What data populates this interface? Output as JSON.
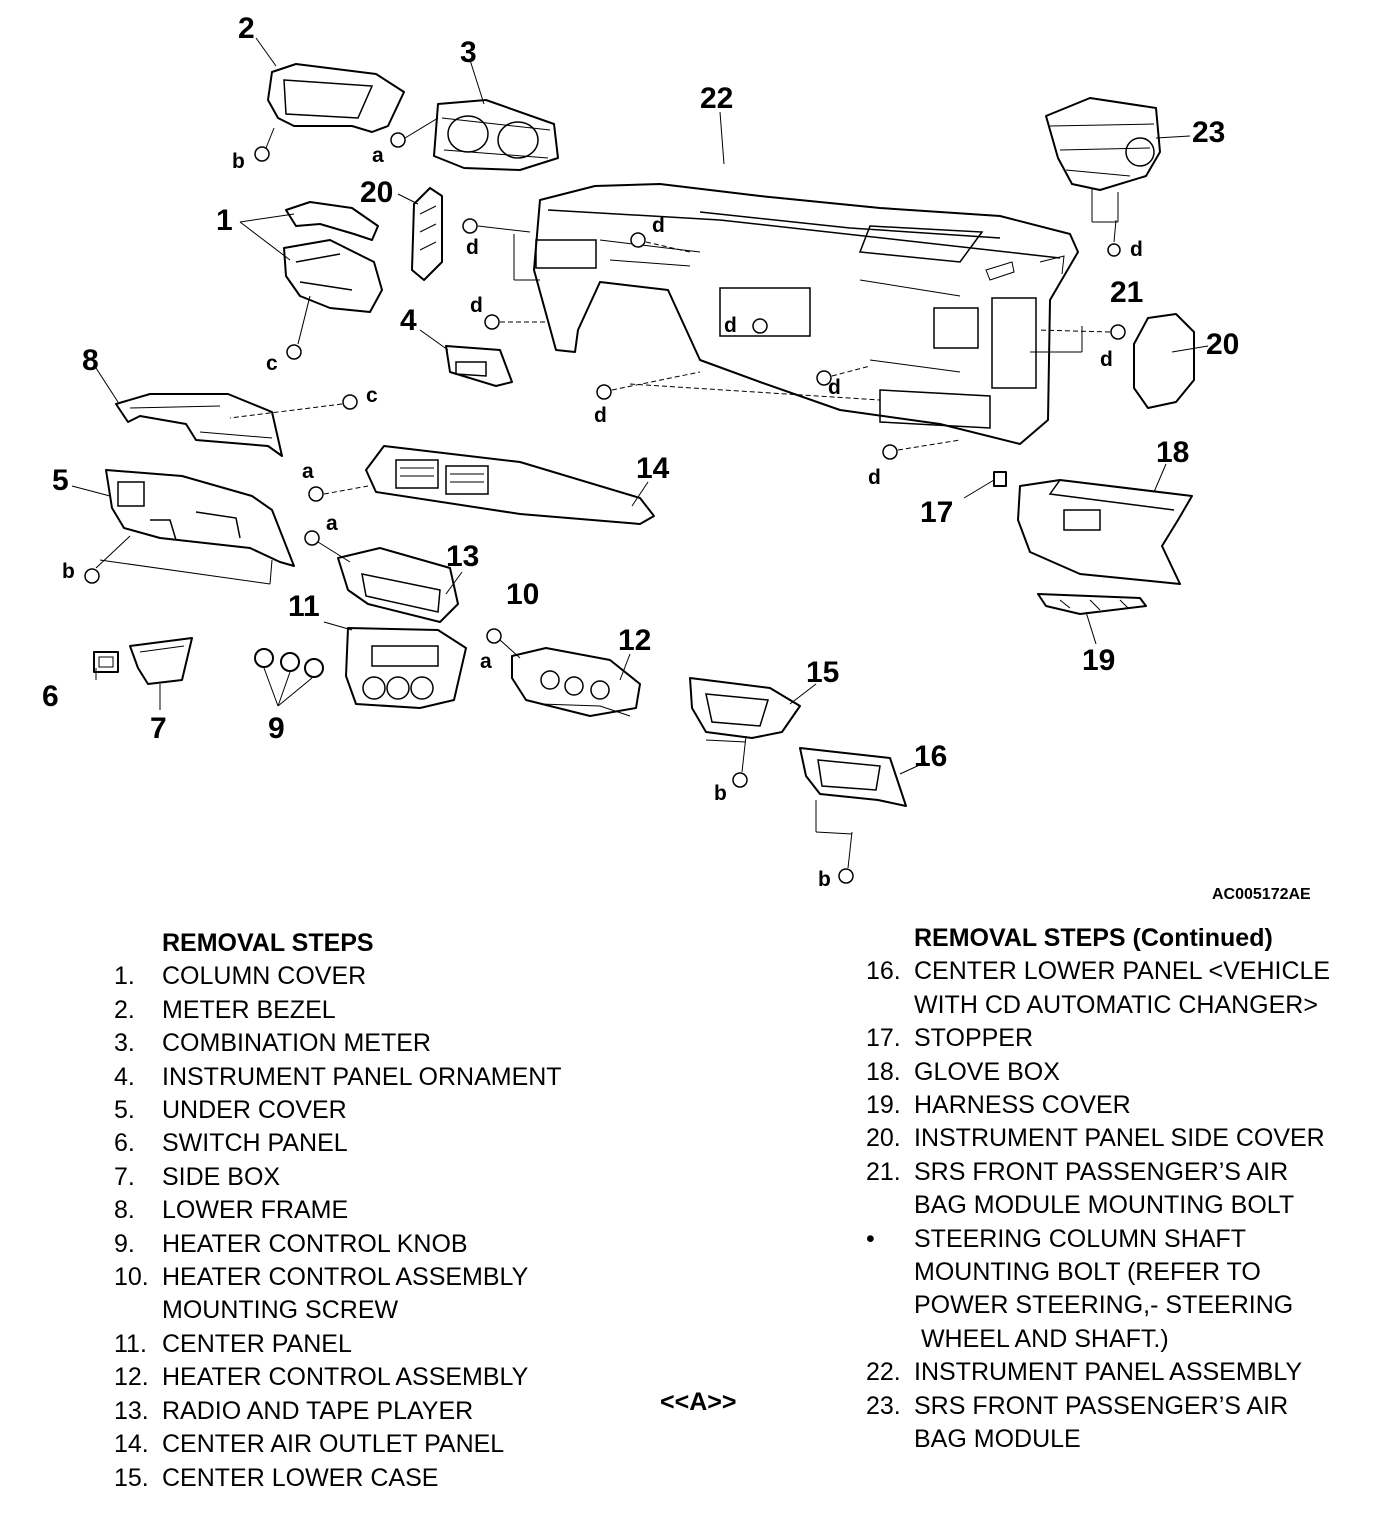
{
  "diagram": {
    "figure_code": "AC005172AE",
    "callouts": [
      "1",
      "2",
      "3",
      "4",
      "5",
      "6",
      "7",
      "8",
      "9",
      "10",
      "11",
      "12",
      "13",
      "14",
      "15",
      "16",
      "17",
      "18",
      "19",
      "20",
      "21",
      "22",
      "23"
    ],
    "bolt_labels": {
      "a": "a",
      "b": "b",
      "c": "c",
      "d": "d"
    }
  },
  "left_column": {
    "heading": "REMOVAL STEPS",
    "steps": [
      {
        "num": "1.",
        "lines": [
          "COLUMN COVER"
        ]
      },
      {
        "num": "2.",
        "lines": [
          "METER BEZEL"
        ]
      },
      {
        "num": "3.",
        "lines": [
          "COMBINATION METER"
        ]
      },
      {
        "num": "4.",
        "lines": [
          "INSTRUMENT PANEL ORNAMENT"
        ]
      },
      {
        "num": "5.",
        "lines": [
          "UNDER COVER"
        ]
      },
      {
        "num": "6.",
        "lines": [
          "SWITCH PANEL"
        ]
      },
      {
        "num": "7.",
        "lines": [
          "SIDE BOX"
        ]
      },
      {
        "num": "8.",
        "lines": [
          "LOWER FRAME"
        ]
      },
      {
        "num": "9.",
        "lines": [
          "HEATER CONTROL KNOB"
        ]
      },
      {
        "num": "10.",
        "lines": [
          "HEATER CONTROL ASSEMBLY",
          "MOUNTING SCREW"
        ]
      },
      {
        "num": "11.",
        "lines": [
          "CENTER PANEL"
        ]
      },
      {
        "num": "12.",
        "lines": [
          "HEATER CONTROL ASSEMBLY"
        ]
      },
      {
        "num": "13.",
        "lines": [
          "RADIO AND TAPE PLAYER"
        ]
      },
      {
        "num": "14.",
        "lines": [
          "CENTER AIR OUTLET PANEL"
        ]
      },
      {
        "num": "15.",
        "lines": [
          "CENTER LOWER CASE"
        ]
      }
    ]
  },
  "right_column": {
    "heading": "REMOVAL STEPS (Continued)",
    "steps": [
      {
        "num": "16.",
        "lines": [
          "CENTER LOWER PANEL <VEHICLE",
          "WITH CD AUTOMATIC CHANGER>"
        ]
      },
      {
        "num": "17.",
        "lines": [
          "STOPPER"
        ]
      },
      {
        "num": "18.",
        "lines": [
          "GLOVE BOX"
        ]
      },
      {
        "num": "19.",
        "lines": [
          "HARNESS COVER"
        ]
      },
      {
        "num": "20.",
        "lines": [
          "INSTRUMENT PANEL SIDE COVER"
        ]
      },
      {
        "num": "21.",
        "lines": [
          "SRS FRONT PASSENGER’S AIR",
          "BAG MODULE MOUNTING BOLT"
        ]
      },
      {
        "num": "•",
        "lines": [
          "STEERING COLUMN SHAFT",
          "MOUNTING BOLT (REFER TO",
          "POWER STEERING,- STEERING",
          " WHEEL AND SHAFT.)"
        ]
      },
      {
        "num": "22.",
        "lines": [
          "INSTRUMENT PANEL ASSEMBLY"
        ]
      },
      {
        "num": "23.",
        "lines": [
          "SRS FRONT PASSENGER’S AIR",
          "BAG MODULE"
        ]
      }
    ]
  },
  "reference_mark": "<<A>>"
}
